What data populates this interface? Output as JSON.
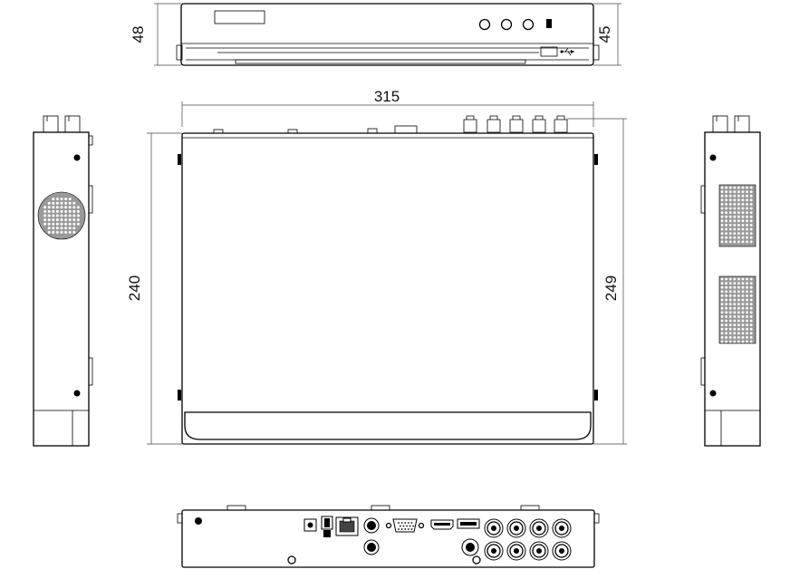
{
  "dimensions": {
    "top_height_left": "48",
    "top_height_right": "45",
    "width": "315",
    "depth_left": "240",
    "depth_right": "249"
  }
}
